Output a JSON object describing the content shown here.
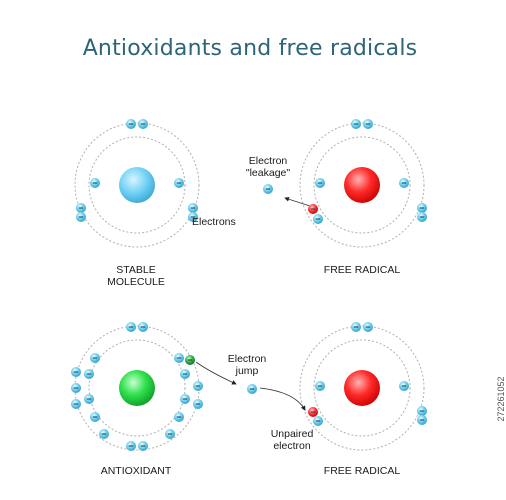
{
  "title": "Antioxidants and free radicals",
  "panels": {
    "stable_molecule": {
      "label": "STABLE MOLECULE",
      "annotation": "Electrons"
    },
    "free_radical_top": {
      "label": "FREE RADICAL",
      "annotation_line1": "Electron",
      "annotation_line2": "\"leakage\""
    },
    "antioxidant": {
      "label": "ANTIOXIDANT",
      "annotation_line1": "Electron",
      "annotation_line2": "jump"
    },
    "free_radical_bottom": {
      "label": "FREE RADICAL",
      "annotation_line1": "Unpaired",
      "annotation_line2": "electron"
    }
  },
  "stock_id": "272261052",
  "colors": {
    "title": "#2e6478",
    "electron": "#5bc6e8",
    "nucleus_stable": "#6fd0f5",
    "nucleus_radical": "#ff1e1e",
    "nucleus_antioxidant": "#2ee04c",
    "unpaired_electron": "#ff2a2a",
    "donor_electron": "#2ea84a",
    "orbit": "#b0b0b0"
  }
}
